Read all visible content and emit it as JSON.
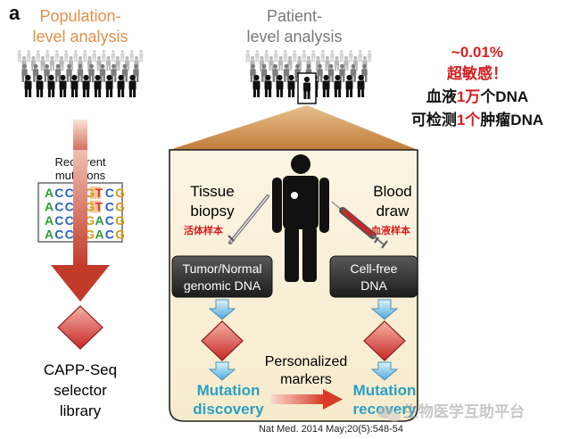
{
  "panel_letter": "a",
  "population": {
    "title_line1": "Population-",
    "title_line2": "level analysis"
  },
  "patient": {
    "title_line1": "Patient-",
    "title_line2": "level analysis"
  },
  "sensitivity": {
    "percent": "~0.01%",
    "label": "超敏感！",
    "line1_pre": "血液",
    "line1_hl": "1万",
    "line1_post": "个DNA",
    "line2_pre": "可检测",
    "line2_hl": "1个",
    "line2_post": "肿瘤DNA"
  },
  "recurrent": {
    "title_line1": "Recurrent",
    "title_line2": "mutations",
    "rows": [
      [
        "A",
        "C",
        "C",
        "T",
        "G",
        "T",
        "C",
        "G"
      ],
      [
        "A",
        "C",
        "C",
        "T",
        "G",
        "T",
        "C",
        "G"
      ],
      [
        "A",
        "C",
        "C",
        "T",
        "G",
        "A",
        "C",
        "G"
      ],
      [
        "A",
        "C",
        "C",
        "T",
        "G",
        "A",
        "C",
        "G"
      ]
    ]
  },
  "selector": {
    "line1": "CAPP-Seq",
    "line2": "selector",
    "line3": "library"
  },
  "tissue": {
    "line1": "Tissue",
    "line2": "biopsy",
    "cn": "活体样本"
  },
  "blood": {
    "line1": "Blood",
    "line2": "draw",
    "cn": "血液样本"
  },
  "tumor_box": {
    "line1": "Tumor/Normal",
    "line2": "genomic DNA"
  },
  "cfdna_box": {
    "line1": "Cell-free",
    "line2": "DNA"
  },
  "markers": {
    "line1": "Personalized",
    "line2": "markers"
  },
  "discovery": {
    "line1": "Mutation",
    "line2": "discovery"
  },
  "recovery": {
    "line1": "Mutation",
    "line2": "recovery"
  },
  "citation": "Nat Med. 2014 May;20(5):548-54",
  "watermark": "生物医学互助平台",
  "colors": {
    "orange": "#e0914a",
    "gray_text": "#7a7a7a",
    "red": "#d42020",
    "teal": "#2aa0c4",
    "base_A": "#2f9a3c",
    "base_C": "#2b62c4",
    "base_G": "#d69a1a",
    "base_T": "#d83434"
  },
  "icons": {
    "people": "person-silhouette-icon",
    "selected_patient": "selected-patient-icon",
    "needle": "biopsy-needle-icon",
    "syringe": "syringe-icon",
    "diamond": "diamond-icon",
    "watermark_logo": "wechat-logo-icon"
  }
}
